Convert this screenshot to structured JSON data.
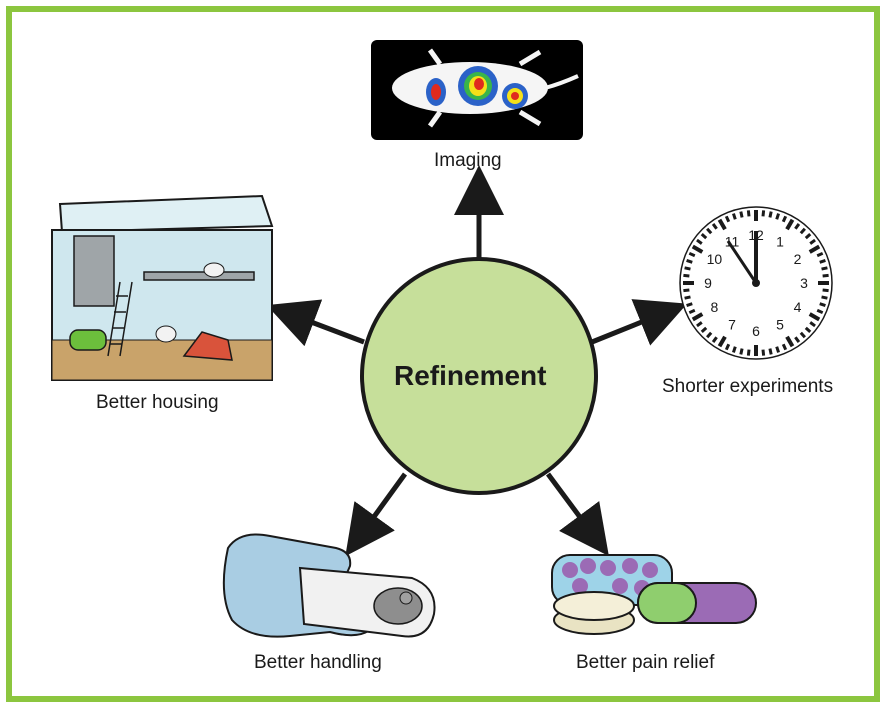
{
  "diagram": {
    "center": {
      "label": "Refinement"
    },
    "nodes": [
      {
        "id": "imaging",
        "label": "Imaging",
        "icon": "mouse-imaging-scan-icon"
      },
      {
        "id": "shorter",
        "label": "Shorter experiments",
        "icon": "clock-icon"
      },
      {
        "id": "pain",
        "label": "Better pain relief",
        "icon": "pills-icon"
      },
      {
        "id": "handling",
        "label": "Better handling",
        "icon": "gloved-hand-tube-icon"
      },
      {
        "id": "housing",
        "label": "Better housing",
        "icon": "cage-icon"
      }
    ],
    "clock_numbers": [
      "12",
      "1",
      "2",
      "3",
      "4",
      "5",
      "6",
      "7",
      "8",
      "9",
      "10",
      "11"
    ]
  },
  "colors": {
    "frame_border": "#8cc63f",
    "center_fill": "#c6df9a",
    "arrow": "#1a1a1a",
    "glove": "#a9cde3",
    "cage_glass": "#cfe7ee",
    "pill_purple": "#9b6bb5",
    "pill_green": "#8fce6e"
  }
}
